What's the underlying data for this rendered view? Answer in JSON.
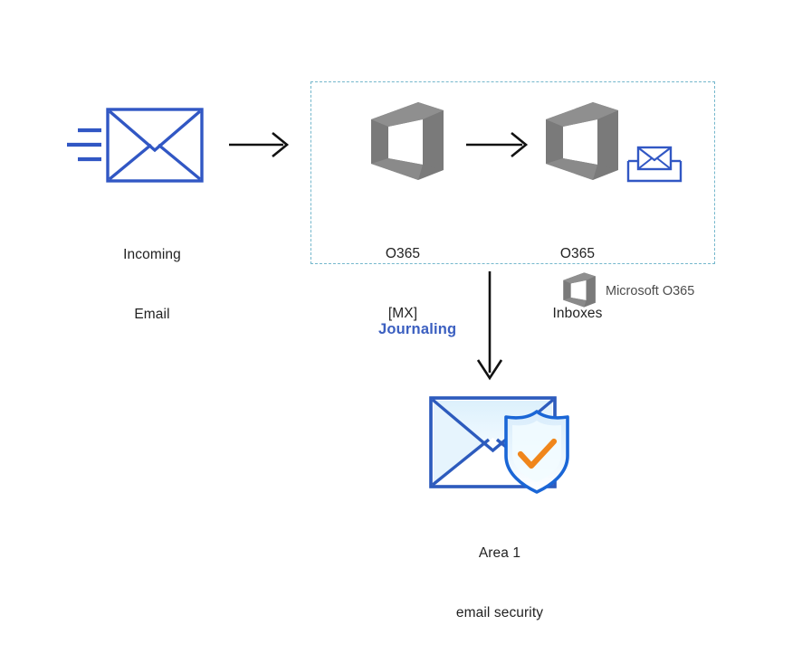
{
  "diagram": {
    "title": "Email journaling flow to Area 1 email security",
    "background_color": "#ffffff",
    "colors": {
      "envelope_blue": "#3157c4",
      "office_gray": "#7a7a7a",
      "dashed_border": "#74b7cc",
      "arrow_black": "#121212",
      "journaling_blue": "#3b5fc0",
      "shield_blue": "#1a66d6",
      "shield_fill_light": "#cfe9fb",
      "check_orange": "#f0861b",
      "label_text": "#222222",
      "legend_text": "#4c4c4c"
    },
    "nodes": {
      "incoming_email": {
        "icon": "envelope-with-motion-lines-icon",
        "label_lines": [
          "Incoming",
          "Email"
        ]
      },
      "o365_mx": {
        "icon": "office-365-cube-icon",
        "label_lines": [
          "O365",
          "[MX]"
        ]
      },
      "o365_inboxes": {
        "icon": "office-365-cube-icon",
        "badge_icon": "inbox-tray-envelope-icon",
        "label_lines": [
          "O365",
          "Inboxes"
        ]
      },
      "area1": {
        "icon": "envelope-with-shield-check-icon",
        "label_lines": [
          "Area 1",
          "email security"
        ]
      }
    },
    "edges": {
      "incoming_to_mx": {
        "icon": "arrow-right-icon",
        "label": ""
      },
      "mx_to_inboxes": {
        "icon": "arrow-right-icon",
        "label": ""
      },
      "inboxes_to_area1": {
        "icon": "arrow-down-icon",
        "label": "Journaling"
      }
    },
    "legend": {
      "icon": "office-365-cube-icon",
      "text": "Microsoft O365"
    }
  }
}
